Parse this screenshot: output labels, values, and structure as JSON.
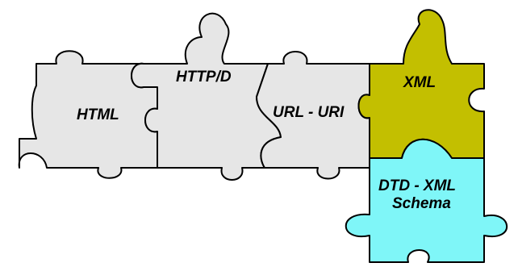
{
  "diagram": {
    "pieces": [
      {
        "id": "html",
        "label": "HTML",
        "color": "#e6e6e6"
      },
      {
        "id": "http",
        "label": "HTTP/D",
        "color": "#e6e6e6"
      },
      {
        "id": "url",
        "label": "URL - URI",
        "color": "#e6e6e6"
      },
      {
        "id": "xml",
        "label": "XML",
        "color": "#c3bf00"
      },
      {
        "id": "dtd",
        "label_line1": "DTD - XML",
        "label_line2": "Schema",
        "color": "#7ff6f8"
      }
    ]
  }
}
